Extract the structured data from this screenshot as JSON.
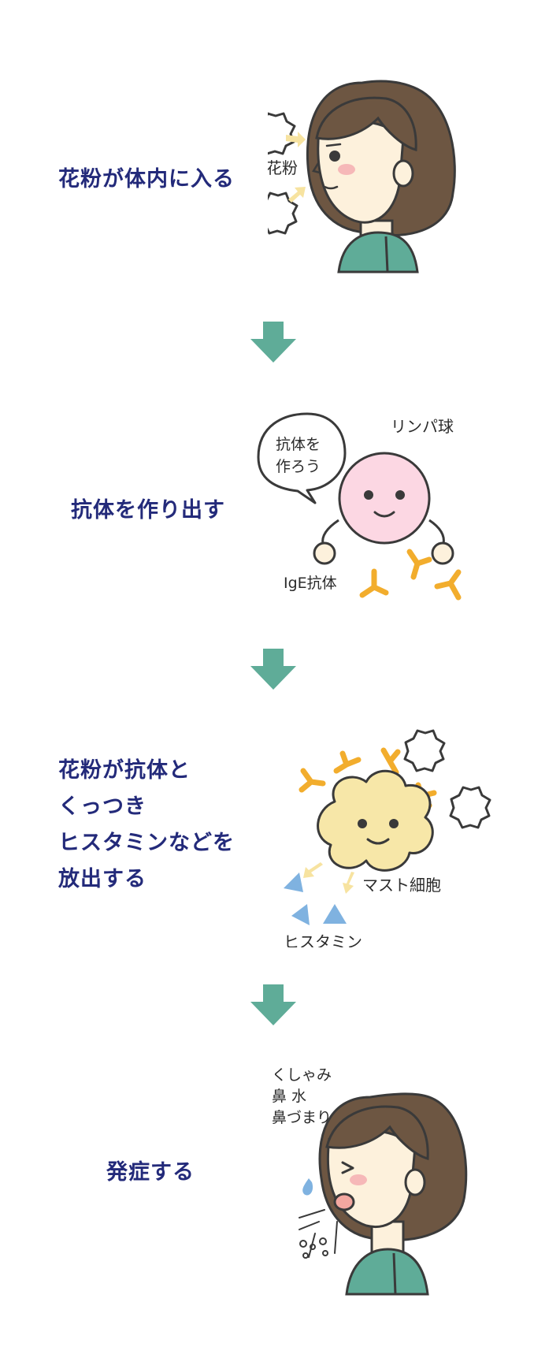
{
  "colors": {
    "heading": "#232a7a",
    "arrow": "#5fac98",
    "hair": "#6d5642",
    "skin": "#fdf1dc",
    "shirt": "#5fac98",
    "antibody": "#f2ad2d",
    "lymphocyte": "#fcd7e3",
    "mast_cell": "#f7e7a8",
    "histamine": "#7fb2e0",
    "outline": "#3a3a3a"
  },
  "steps": [
    {
      "text_lines": [
        "花粉が体内に入る"
      ],
      "illustration_labels": {
        "pollen": "花粉"
      }
    },
    {
      "text_lines": [
        "抗体を作り出す"
      ],
      "illustration_labels": {
        "cell": "リンパ球",
        "speech_line1": "抗体を",
        "speech_line2": "作ろう",
        "antibody": "IgE抗体"
      }
    },
    {
      "text_lines": [
        "花粉が抗体と",
        "くっつき",
        "ヒスタミンなどを",
        "放出する"
      ],
      "illustration_labels": {
        "cell": "マスト細胞",
        "chemical": "ヒスタミン"
      }
    },
    {
      "text_lines": [
        "発症する"
      ],
      "illustration_labels": {
        "symptom1": "くしゃみ",
        "symptom2": "鼻 水",
        "symptom3": "鼻づまり"
      }
    }
  ],
  "icons": [
    "down-arrow-icon",
    "pollen-icon",
    "antibody-icon",
    "histamine-icon"
  ]
}
